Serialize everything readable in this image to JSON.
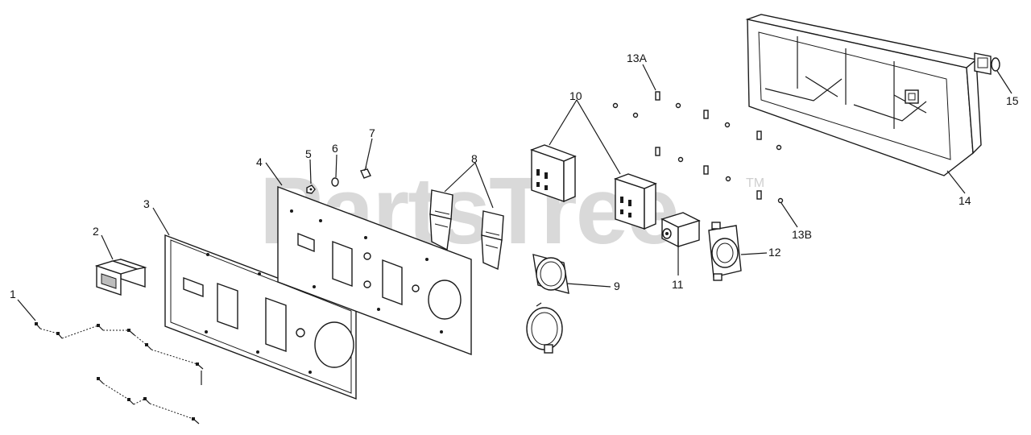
{
  "watermark": {
    "text": "PartsTree",
    "trademark": "TM"
  },
  "callouts": {
    "c1": "1",
    "c2": "2",
    "c3": "3",
    "c4": "4",
    "c5": "5",
    "c6": "6",
    "c7": "7",
    "c8": "8",
    "c9": "9",
    "c10": "10",
    "c11": "11",
    "c12": "12",
    "c13a": "13A",
    "c13b": "13B",
    "c14": "14",
    "c15": "15"
  },
  "colors": {
    "line": "#1a1a1a",
    "watermark": "#d9d9d9",
    "background": "#ffffff"
  }
}
